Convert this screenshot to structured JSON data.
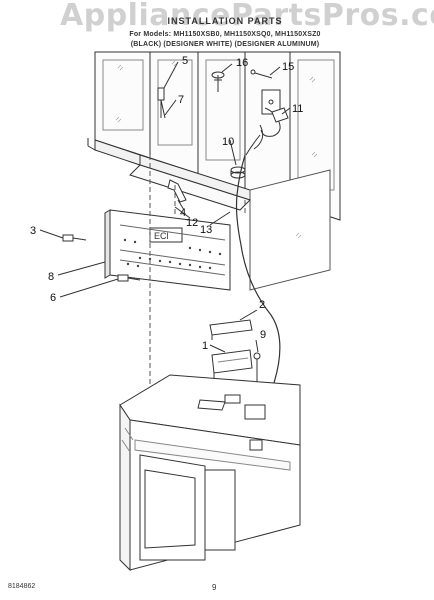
{
  "watermark": "AppliancePartsPros.com",
  "header": {
    "title": "INSTALLATION PARTS",
    "models": "For Models: MH1150XSB0, MH1150XSQ0, MH1150XSZ0",
    "colors": "(BLACK)   (DESIGNER WHITE)   (DESIGNER ALUMINUM)"
  },
  "callouts": [
    "1",
    "2",
    "3",
    "4",
    "5",
    "6",
    "7",
    "8",
    "9",
    "10",
    "11",
    "12",
    "13",
    "15",
    "16"
  ],
  "footer": {
    "doc_number": "8184862",
    "page_number": "9"
  }
}
